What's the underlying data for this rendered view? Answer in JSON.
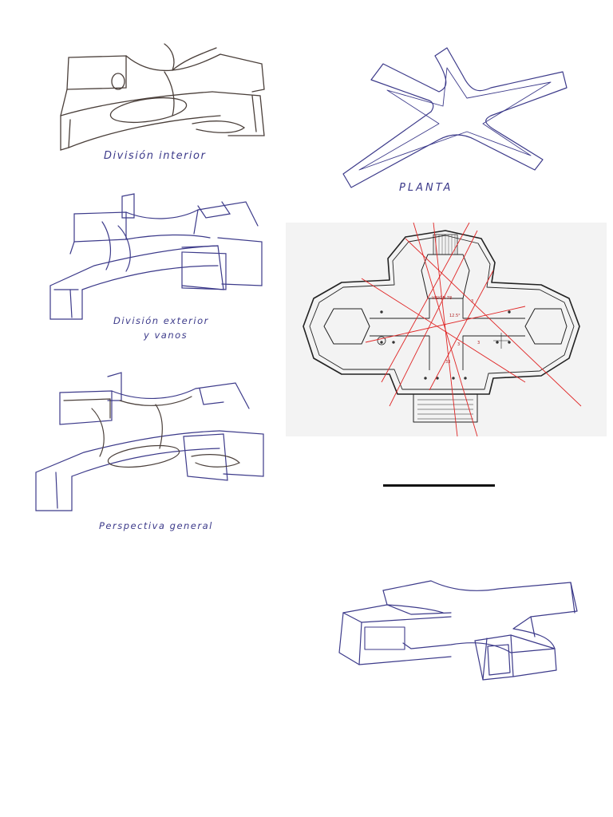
{
  "captions": {
    "division_interior": "División interior",
    "planta": "PLANTA",
    "division_exterior_line1": "División exterior",
    "division_exterior_line2": "y vanos",
    "perspectiva_general": "Perspectiva general"
  },
  "plan_annotations": {
    "label": "VISIÓN 78",
    "angles": [
      "3",
      "12.5°",
      "33",
      "3",
      "3"
    ]
  },
  "colors": {
    "pencil": "#4a3f3a",
    "blue_ink": "#3c3a8a",
    "red_lines": "#e02525",
    "plan_lines": "#222222"
  }
}
